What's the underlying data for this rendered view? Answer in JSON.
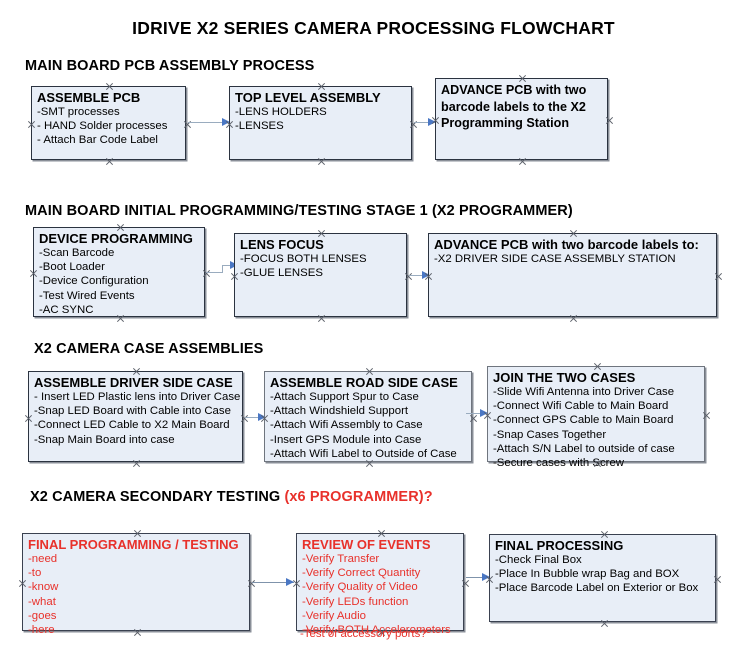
{
  "document": {
    "title": "IDRIVE X2  SERIES CAMERA PROCESSING FLOWCHART"
  },
  "sections": [
    {
      "id": "main-board-pcb-assembly",
      "heading": "MAIN BOARD PCB ASSEMBLY PROCESS",
      "heading_accent": "",
      "boxes": [
        {
          "id": "assemble-pcb",
          "title": "ASSEMBLE PCB",
          "lines": [
            "-SMT processes",
            "- HAND Solder processes",
            "- Attach Bar Code Label"
          ]
        },
        {
          "id": "top-level-assembly",
          "title": "TOP LEVEL ASSEMBLY",
          "lines": [
            "-LENS HOLDERS",
            "-LENSES"
          ]
        },
        {
          "id": "advance-pcb-x2-programming-station",
          "title": "ADVANCE PCB with two barcode labels to the  X2 Programming Station",
          "lines": []
        }
      ]
    },
    {
      "id": "main-board-initial-programming",
      "heading": "MAIN BOARD INITIAL PROGRAMMING/TESTING STAGE 1 (X2 PROGRAMMER)",
      "heading_accent": "",
      "boxes": [
        {
          "id": "device-programming",
          "title": "DEVICE PROGRAMMING",
          "lines": [
            "-Scan Barcode",
            "-Boot Loader",
            "-Device Configuration",
            "-Test Wired Events",
            "-AC SYNC"
          ]
        },
        {
          "id": "lens-focus",
          "title": "LENS FOCUS",
          "lines": [
            "-FOCUS BOTH LENSES",
            "-GLUE LENSES"
          ]
        },
        {
          "id": "advance-pcb-driver-side-case",
          "title": "ADVANCE PCB with two barcode labels to:",
          "lines": [
            "-X2 DRIVER  SIDE  CASE  ASSEMBLY STATION"
          ]
        }
      ]
    },
    {
      "id": "x2-camera-case-assemblies",
      "heading": "X2 CAMERA CASE ASSEMBLIES",
      "heading_accent": "",
      "boxes": [
        {
          "id": "assemble-driver-side-case",
          "title": "ASSEMBLE DRIVER SIDE CASE",
          "lines": [
            "- Insert LED Plastic lens into Driver Case",
            "-Snap LED Board with Cable into Case",
            "-Connect LED Cable to X2 Main Board",
            "-Snap Main Board into case"
          ]
        },
        {
          "id": "assemble-road-side-case",
          "title": "ASSEMBLE ROAD SIDE CASE",
          "lines": [
            "-Attach Support Spur to Case",
            "-Attach Windshield Support",
            "-Attach Wifi Assembly to Case",
            "-Insert GPS Module into Case",
            "-Attach Wifi Label to Outside of Case"
          ]
        },
        {
          "id": "join-the-two-cases",
          "title": "JOIN THE TWO CASES",
          "lines": [
            "-Slide Wifi Antenna into Driver Case",
            "-Connect Wifi Cable to Main Board",
            "-Connect GPS Cable to Main Board",
            "-Snap Cases Together",
            "-Attach S/N Label to outside of case",
            "-Secure cases with Screw"
          ]
        }
      ]
    },
    {
      "id": "x2-camera-secondary-testing",
      "heading": "X2 CAMERA SECONDARY TESTING ",
      "heading_accent": "(x6 PROGRAMMER)?",
      "boxes": [
        {
          "id": "final-programming-testing",
          "title": "FINAL PROGRAMMING / TESTING",
          "lines": [
            "-need",
            "-to",
            "-know",
            "-what",
            "-goes",
            "-here"
          ]
        },
        {
          "id": "review-of-events",
          "title": "REVIEW OF EVENTS",
          "lines": [
            "-Verify Transfer",
            "-Verify Correct Quantity",
            "-Verify Quality of Video",
            "-Verify LEDs function",
            "-Verify Audio",
            "-Verify BOTH Accelerometers"
          ],
          "overflow_line": "-Test of accessory ports?"
        },
        {
          "id": "final-processing",
          "title": "FINAL PROCESSING",
          "lines": [
            " -Check Final Box",
            "-Place In Bubble wrap Bag and BOX",
            "-Place Barcode Label on Exterior or Box"
          ]
        }
      ]
    }
  ],
  "colors": {
    "box_fill": "#e8eef7",
    "box_border": "#2b3340",
    "accent_red": "#e8312b",
    "connector_line": "#9aacbf",
    "connector_head": "#4a77c4",
    "text": "#000000"
  }
}
